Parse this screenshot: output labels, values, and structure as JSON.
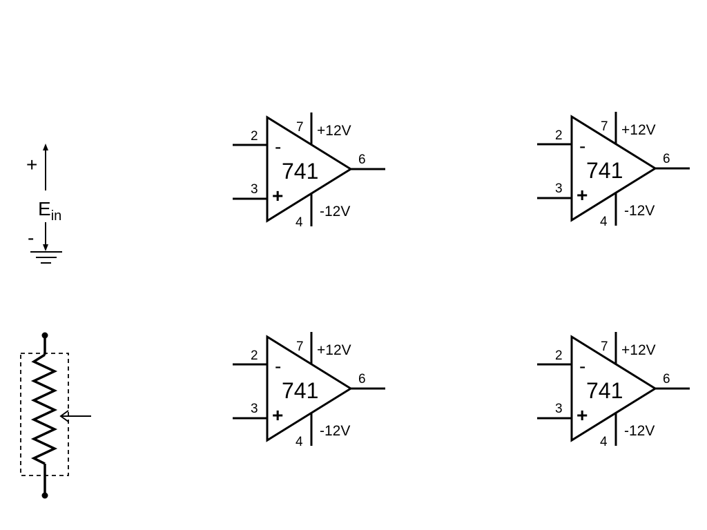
{
  "source": {
    "plus_label": "+",
    "minus_label": "-",
    "voltage_symbol": "E",
    "voltage_subscript": "in"
  },
  "potentiometer": {
    "icon": "potentiometer-icon"
  },
  "op_amps": [
    {
      "part": "741",
      "inv_sign": "-",
      "noninv_sign": "+",
      "pin_inv": "2",
      "pin_noninv": "3",
      "pin_vpos": "7",
      "pin_vneg": "4",
      "pin_out": "6",
      "vpos": "+12V",
      "vneg": "-12V"
    },
    {
      "part": "741",
      "inv_sign": "-",
      "noninv_sign": "+",
      "pin_inv": "2",
      "pin_noninv": "3",
      "pin_vpos": "7",
      "pin_vneg": "4",
      "pin_out": "6",
      "vpos": "+12V",
      "vneg": "-12V"
    },
    {
      "part": "741",
      "inv_sign": "-",
      "noninv_sign": "+",
      "pin_inv": "2",
      "pin_noninv": "3",
      "pin_vpos": "7",
      "pin_vneg": "4",
      "pin_out": "6",
      "vpos": "+12V",
      "vneg": "-12V"
    },
    {
      "part": "741",
      "inv_sign": "-",
      "noninv_sign": "+",
      "pin_inv": "2",
      "pin_noninv": "3",
      "pin_vpos": "7",
      "pin_vneg": "4",
      "pin_out": "6",
      "vpos": "+12V",
      "vneg": "-12V"
    }
  ],
  "colors": {
    "line": "#000000",
    "background": "#ffffff"
  }
}
